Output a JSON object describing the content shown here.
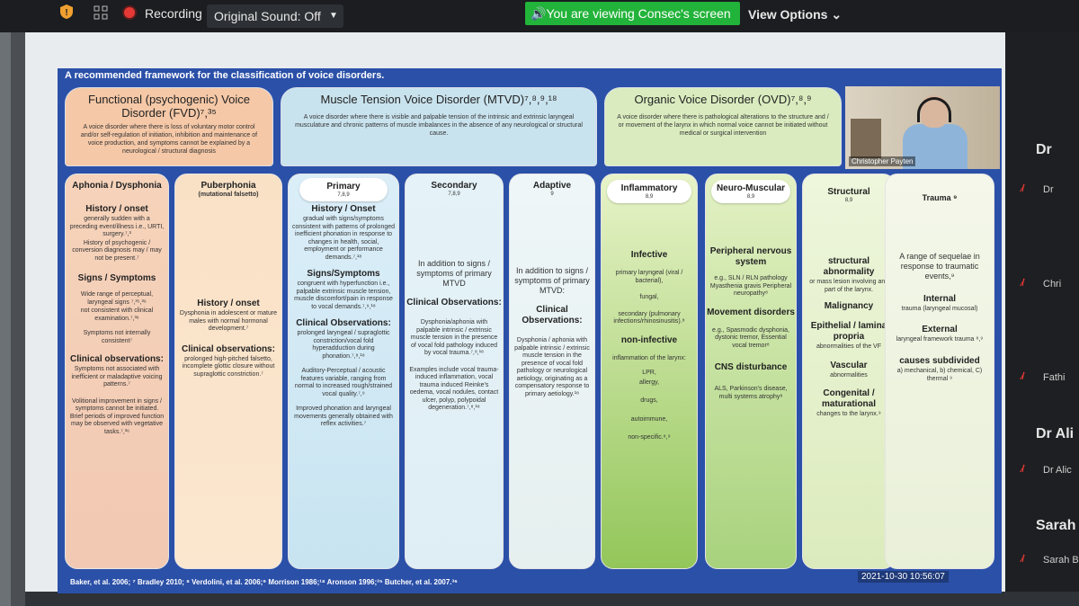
{
  "zoom_bar": {
    "recording_label": "Recording",
    "sound_option": "Original Sound: Off",
    "viewing_banner": "You are viewing Consec's screen",
    "view_options": "View Options ⌄"
  },
  "participants": {
    "names": [
      "Dr",
      "Dr Ali",
      "Sarah"
    ],
    "rows": [
      "Dr",
      "Chri",
      "Fathi",
      "Dr Alic",
      "Sarah B"
    ]
  },
  "slide": {
    "title": "A recommended framework for the classification of voice disorders.",
    "references": "Baker, et al. 2006; ⁷ Bradley 2010; ⁸ Verdolini, et al. 2006;⁹ Morrison 1986;¹⁸ Aronson 1996;³⁵ Butcher, et al. 2007.³⁶",
    "timestamp": "2021-10-30 10:56:07",
    "video_name": "Christopher Payten",
    "groups": [
      {
        "head": "Functional (psychogenic) Voice Disorder (FVD)⁷,³⁵",
        "desc": "A voice disorder where there is loss of voluntary motor control and/or self-regulation of initiation, inhibition and maintenance of voice production, and symptoms cannot be explained by a neurological / structural diagnosis"
      },
      {
        "head": "Muscle Tension Voice Disorder (MTVD)⁷,⁸,⁹,¹⁸",
        "desc": "A voice disorder where there is visible and palpable tension of the intrinsic and extrinsic laryngeal musculature and chronic patterns of muscle imbalances in the absence of any neurological or structural cause."
      },
      {
        "head": "Organic Voice Disorder (OVD)⁷,⁸,⁹",
        "desc": "A voice disorder where there is pathological alterations to the structure and / or movement of the larynx in which normal voice cannot be initiated without medical or surgical intervention"
      }
    ],
    "col1": {
      "head": "Aphonia / Dysphonia",
      "h1": "History / onset",
      "t1": "generally sudden with a preceding event/illness i.e., URTI, surgery.⁷,³",
      "t2": "History of psychogenic / conversion diagnosis may / may not be present.⁷",
      "h2": "Signs / Symptoms",
      "t3": "Wide range of perceptual, laryngeal signs ⁷,³⁵,³⁶",
      "t4": "not consistent with clinical examination.⁷,³⁶",
      "t5": "Symptoms not internally consistent⁷",
      "h3": "Clinical observations:",
      "t6": "Symptoms not associated with inefficient or maladaptive voicing patterns.⁷",
      "t7": "Volitional improvement in signs / symptoms cannot be initiated. Brief periods of improved function may be observed with vegetative tasks.⁷,³⁶"
    },
    "col2": {
      "head": "Puberphonia",
      "sub": "(mutational falsetto)",
      "h1": "History / onset",
      "t1": "Dysphonia in adolescent or mature males with normal hormonal development.⁷",
      "h2": "Clinical observations:",
      "t2": "prolonged high-pitched falsetto, incomplete glottic closure without supraglottic constriction.⁷"
    },
    "col3": {
      "head": "Primary",
      "sub": "7,8,9",
      "h1": "History / Onset",
      "t1": "gradual with signs/symptoms consistent with patterns of prolonged inefficient phonation in response to changes in health, social, employment or performance demands.⁷,¹⁸",
      "h2": "Signs/Symptoms",
      "t2": "congruent with hyperfunction i.e., palpable extrinsic muscle tension, muscle discomfort/pain in response to vocal demands.⁷,⁹,¹⁸",
      "h3": "Clinical Observations:",
      "t3": "prolonged laryngeal / supraglottic constriction/vocal fold hyperadduction during phonation.⁷,⁸,¹⁸",
      "t4": "Auditory-Perceptual / acoustic features variable, ranging from normal to increased rough/strained vocal quality.⁷,⁹",
      "t5": "Improved phonation and laryngeal movements generally obtained with reflex activities.⁷"
    },
    "col4": {
      "head": "Secondary",
      "sub": "7,8,9",
      "t1": "In addition to signs / symptoms of primary MTVD",
      "h1": "Clinical Observations:",
      "t2": "Dysphonia/aphonia with palpable intrinsic / extrinsic muscle tension in the presence of vocal fold pathology induced by vocal trauma.⁷,⁸,¹⁸",
      "t3": "Examples include vocal trauma-induced inflammation, vocal trauma induced Reinke's oedema, vocal nodules, contact ulcer, polyp, polypoidal degeneration.⁷,⁸,¹⁸"
    },
    "col5": {
      "head": "Adaptive",
      "sub": "9",
      "t1": "In addition to signs / symptoms of primary MTVD:",
      "h1": "Clinical Observations:",
      "t2": "Dysphonia / aphonia with palpable intrinsic / extrinsic muscle tension in the presence of vocal fold pathology or neurological aetiology, originating as a compensatory response to primary aetiology.¹⁸"
    },
    "col6": {
      "head": "Inflammatory",
      "sub": "8,9",
      "h1": "Infective",
      "t1": "primary laryngeal (viral / bacterial),",
      "t2": "fungal,",
      "t3": "secondary (pulmonary infections/rhinosinusitis).⁸",
      "h2": "non-infective",
      "t4": "inflammation of the larynx:",
      "t5": "LPR,",
      "t6": "allergy,",
      "t7": "drugs,",
      "t8": "autoimmune,",
      "t9": "non-specific.⁸,⁹"
    },
    "col7": {
      "head": "Neuro-Muscular",
      "sub": "8,9",
      "h1": "Peripheral nervous system",
      "t1": "e.g., SLN / RLN pathology Myasthenia gravis Peripheral neuropathy⁸",
      "h2": "Movement disorders",
      "t2": "e.g., Spasmodic dysphonia, dystonic tremor, Essential vocal tremor⁸",
      "h3": "CNS disturbance",
      "t3": "ALS, Parkinson's disease, multi systems atrophy⁸"
    },
    "col8": {
      "head": "Structural",
      "sub": "8,9",
      "h1": "structural abnormality",
      "t1": "or mass lesion involving any part of the larynx.",
      "h2": "Malignancy",
      "h3": "Epithelial / lamina propria",
      "t2": "abnormalities of the VF",
      "h4": "Vascular",
      "t3": "abnormalities",
      "h5": "Congenital / maturational",
      "t4": "changes to the larynx.⁹"
    },
    "col9": {
      "head": "Trauma ⁹",
      "t1": "A range of sequelae in response to traumatic events,⁹",
      "h1": "Internal",
      "t2": "trauma (laryngeal mucosal)",
      "h2": "External",
      "t3": "laryngeal framework trauma ⁸,⁹",
      "h3": "causes subdivided",
      "t4": "a) mechanical, b) chemical, C) thermal ⁹"
    }
  }
}
